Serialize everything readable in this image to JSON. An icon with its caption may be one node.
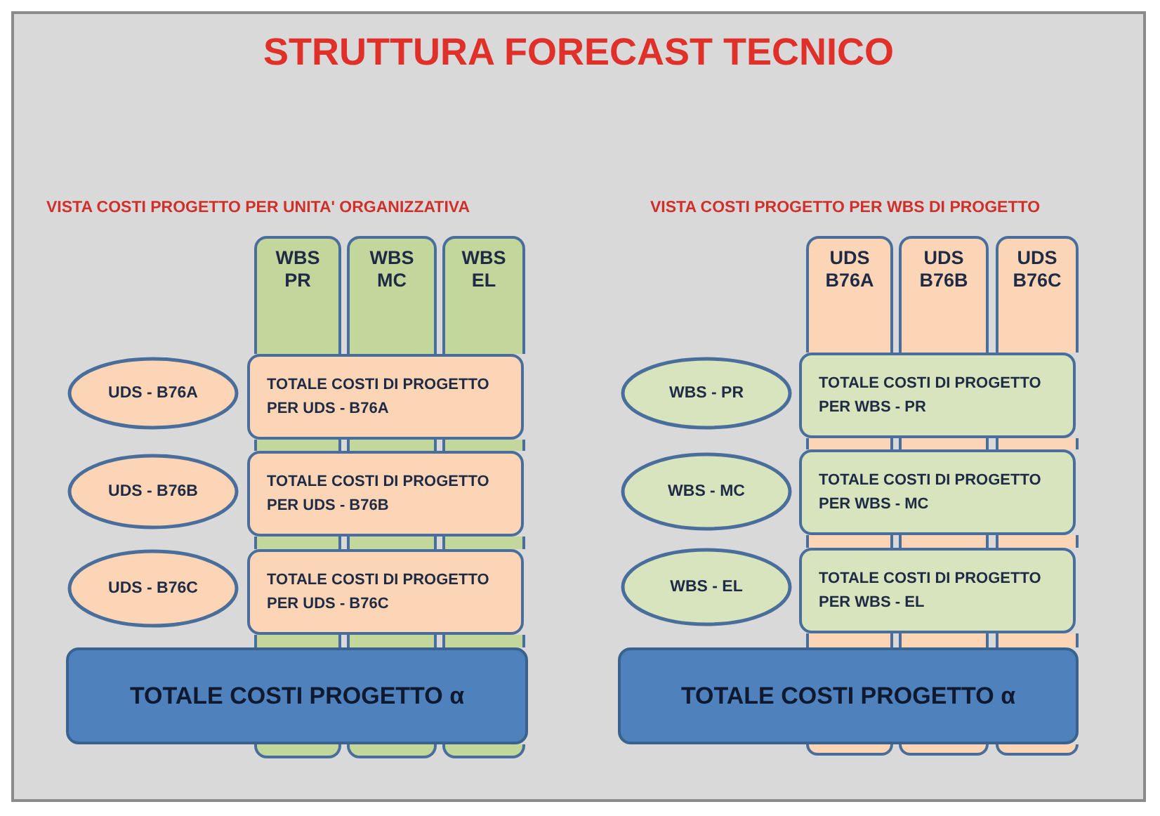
{
  "diagram": {
    "title": "STRUTTURA FORECAST TECNICO",
    "nodes": [
      {
        "text": [
          "WBS PR"
        ]
      },
      {
        "text": [
          "WBS MC"
        ]
      },
      {
        "text": [
          "WBS EL"
        ]
      },
      {
        "text": [
          "UDS - B76A"
        ]
      },
      {
        "text": [
          "TOTALE COSTI DI PROGETTO PER UDS - B76A"
        ]
      },
      {
        "text": [
          "UDS - B76B"
        ]
      },
      {
        "text": [
          "TOTALE COSTI DI PROGETTO PER UDS - B76B"
        ]
      },
      {
        "text": [
          "UDS - B76C"
        ]
      },
      {
        "text": [
          "TOTALE COSTI DI PROGETTO PER UDS - B76C"
        ]
      },
      {
        "text": [
          "TOTALE COSTI PROGETTO α"
        ]
      },
      {
        "text": [
          "UDS B76A"
        ]
      },
      {
        "text": [
          "UDS B76B"
        ]
      },
      {
        "text": [
          "UDS B76C"
        ]
      },
      {
        "text": [
          "WBS - PR"
        ]
      },
      {
        "text": [
          "TOTALE COSTI DI PROGETTO PER WBS - PR"
        ]
      },
      {
        "text": [
          "WBS - MC"
        ]
      },
      {
        "text": [
          "TOTALE COSTI DI PROGETTO PER WBS - MC"
        ]
      },
      {
        "text": [
          "WBS - EL"
        ]
      },
      {
        "text": [
          "TOTALE COSTI DI PROGETTO PER WBS - EL"
        ]
      },
      {
        "text": [
          "TOTALE COSTI PROGETTO α"
        ]
      }
    ],
    "edges": [],
    "labels": [
      "VISTA COSTI PROGETTO PER UNITA' ORGANIZZATIVA",
      "VISTA COSTI PROGETTO PER WBS DI PROGETTO"
    ]
  }
}
